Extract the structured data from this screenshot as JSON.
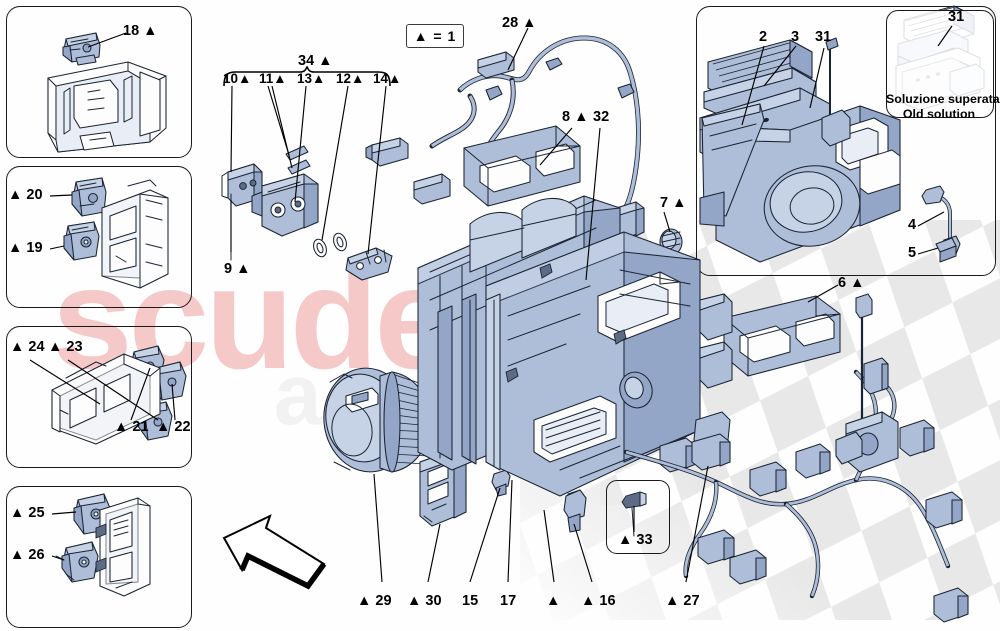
{
  "diagram": {
    "title": "Air conditioning unit exploded parts diagram",
    "legend": {
      "symbol": "▲",
      "equals": "=",
      "value": "1",
      "text": "▲ = 1"
    },
    "watermark": {
      "primary": "scuderia",
      "secondary": "c a r"
    },
    "colors": {
      "part_fill": "#aebdd8",
      "part_fill_light": "#c6d2e6",
      "part_fill_dark": "#8fa2c4",
      "outline": "#1a2432",
      "watermark_pink": "#f6c9c9",
      "watermark_gray": "#f2f2f2",
      "flag_gray": "#e6e6e6",
      "label_black": "#000000"
    }
  },
  "panels": [
    {
      "id": "panel-18",
      "name": "evaporator-housing-panel"
    },
    {
      "id": "panel-19-20",
      "name": "actuator-panel-upper"
    },
    {
      "id": "panel-21-24",
      "name": "actuator-panel-middle"
    },
    {
      "id": "panel-25-26",
      "name": "actuator-panel-lower"
    },
    {
      "id": "panel-main-assembly",
      "name": "complete-unit-panel"
    }
  ],
  "inset": {
    "label": "31",
    "caption_it": "Soluzione superata",
    "caption_en": "Old solution"
  },
  "group_bracket": {
    "label": "34",
    "marker": "▲",
    "members": [
      "10",
      "11",
      "13",
      "12",
      "14"
    ]
  },
  "callouts": [
    {
      "num": "18",
      "marker": "▲",
      "text": "18 ▲",
      "order": "num-first"
    },
    {
      "num": "20",
      "marker": "▲",
      "text": "▲ 20",
      "order": "tri-first"
    },
    {
      "num": "19",
      "marker": "▲",
      "text": "▲ 19",
      "order": "tri-first"
    },
    {
      "num": "24",
      "marker": "▲",
      "text": "▲ 24",
      "order": "tri-first"
    },
    {
      "num": "23",
      "marker": "▲",
      "text": "▲ 23",
      "order": "tri-first"
    },
    {
      "num": "21",
      "marker": "▲",
      "text": "▲ 21",
      "order": "tri-first"
    },
    {
      "num": "22",
      "marker": "▲",
      "text": "▲ 22",
      "order": "tri-first"
    },
    {
      "num": "25",
      "marker": "▲",
      "text": "▲ 25",
      "order": "tri-first"
    },
    {
      "num": "26",
      "marker": "▲",
      "text": "▲ 26",
      "order": "tri-first"
    },
    {
      "num": "10",
      "marker": "▲",
      "text": "10▲",
      "order": "num-first"
    },
    {
      "num": "11",
      "marker": "▲",
      "text": "11▲",
      "order": "num-first"
    },
    {
      "num": "13",
      "marker": "▲",
      "text": "13▲",
      "order": "num-first"
    },
    {
      "num": "12",
      "marker": "▲",
      "text": "12▲",
      "order": "num-first"
    },
    {
      "num": "14",
      "marker": "▲",
      "text": "14▲",
      "order": "num-first"
    },
    {
      "num": "34",
      "marker": "▲",
      "text": "34 ▲",
      "order": "num-first"
    },
    {
      "num": "9",
      "marker": "▲",
      "text": "9 ▲",
      "order": "num-first"
    },
    {
      "num": "28",
      "marker": "▲",
      "text": "28 ▲",
      "order": "num-first"
    },
    {
      "num": "8",
      "marker": "▲",
      "text": "8 ▲",
      "order": "num-first"
    },
    {
      "num": "32",
      "marker": "",
      "text": "32",
      "order": "num-only"
    },
    {
      "num": "7",
      "marker": "▲",
      "text": "7 ▲",
      "order": "num-first"
    },
    {
      "num": "2",
      "marker": "",
      "text": "2",
      "order": "num-only"
    },
    {
      "num": "3",
      "marker": "",
      "text": "3",
      "order": "num-only"
    },
    {
      "num": "31",
      "marker": "",
      "text": "31",
      "order": "num-only"
    },
    {
      "num": "31b",
      "marker": "",
      "text": "31",
      "order": "num-only"
    },
    {
      "num": "4",
      "marker": "",
      "text": "4",
      "order": "num-only"
    },
    {
      "num": "5",
      "marker": "",
      "text": "5",
      "order": "num-only"
    },
    {
      "num": "6",
      "marker": "▲",
      "text": "6 ▲",
      "order": "num-first"
    },
    {
      "num": "33",
      "marker": "▲",
      "text": "▲ 33",
      "order": "tri-first"
    },
    {
      "num": "29",
      "marker": "▲",
      "text": "▲ 29",
      "order": "tri-first"
    },
    {
      "num": "30",
      "marker": "▲",
      "text": "▲ 30",
      "order": "tri-first"
    },
    {
      "num": "15",
      "marker": "",
      "text": "15",
      "order": "num-only"
    },
    {
      "num": "17",
      "marker": "",
      "text": "17",
      "order": "num-only"
    },
    {
      "num": "blank",
      "marker": "▲",
      "text": "▲",
      "order": "tri-only"
    },
    {
      "num": "16",
      "marker": "▲",
      "text": "▲ 16",
      "order": "tri-first"
    },
    {
      "num": "27",
      "marker": "▲",
      "text": "▲ 27",
      "order": "tri-first"
    }
  ]
}
